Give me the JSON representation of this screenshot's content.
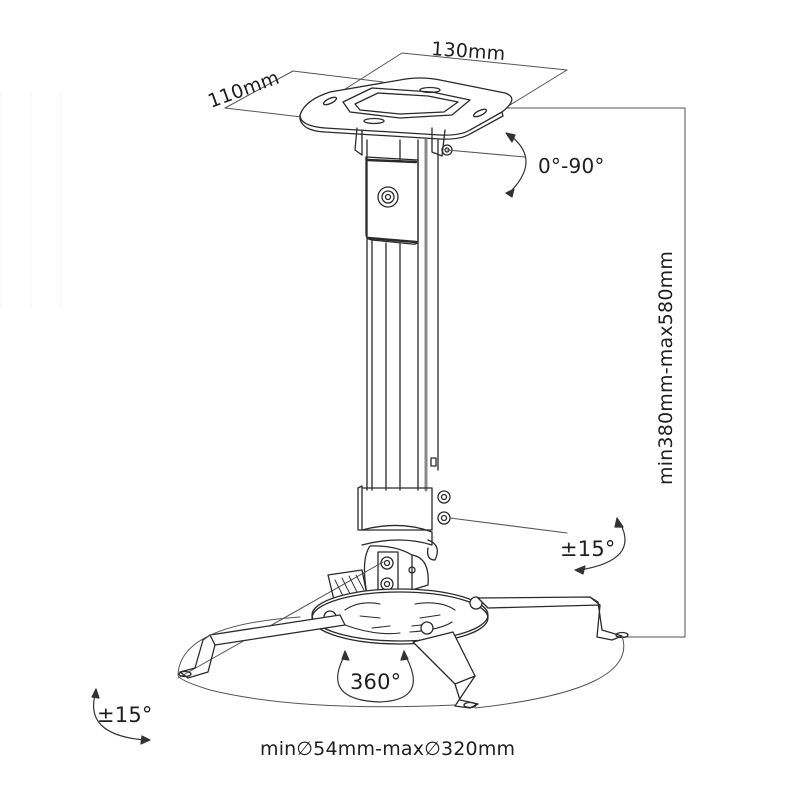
{
  "diagram": {
    "subject": "Projector ceiling mount",
    "dimensions": {
      "plate_width": "130mm",
      "plate_depth": "110mm",
      "height_range": "min380mm-max580mm",
      "bracket_range": "min∅54mm-max∅320mm"
    },
    "rotations": {
      "top_tilt": "0°-90°",
      "mid_tilt": "±15°",
      "bottom_tilt": "±15°",
      "swivel": "360°"
    },
    "colors": {
      "line": "#2a2a2a",
      "dimension_line": "#555555",
      "text": "#1e1e1e",
      "background": "#ffffff"
    }
  }
}
